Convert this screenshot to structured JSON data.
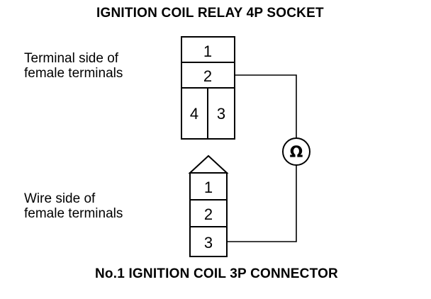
{
  "title_top": "IGNITION COIL RELAY 4P SOCKET",
  "title_bottom": "No.1 IGNITION COIL 3P CONNECTOR",
  "label_terminal_side": [
    "Terminal side of",
    "female terminals"
  ],
  "label_wire_side": [
    "Wire side of",
    "female terminals"
  ],
  "relay_socket": {
    "terminals": [
      "1",
      "2",
      "4",
      "3"
    ]
  },
  "coil_connector": {
    "terminals": [
      "1",
      "2",
      "3"
    ]
  },
  "meter_symbol": "Ω"
}
